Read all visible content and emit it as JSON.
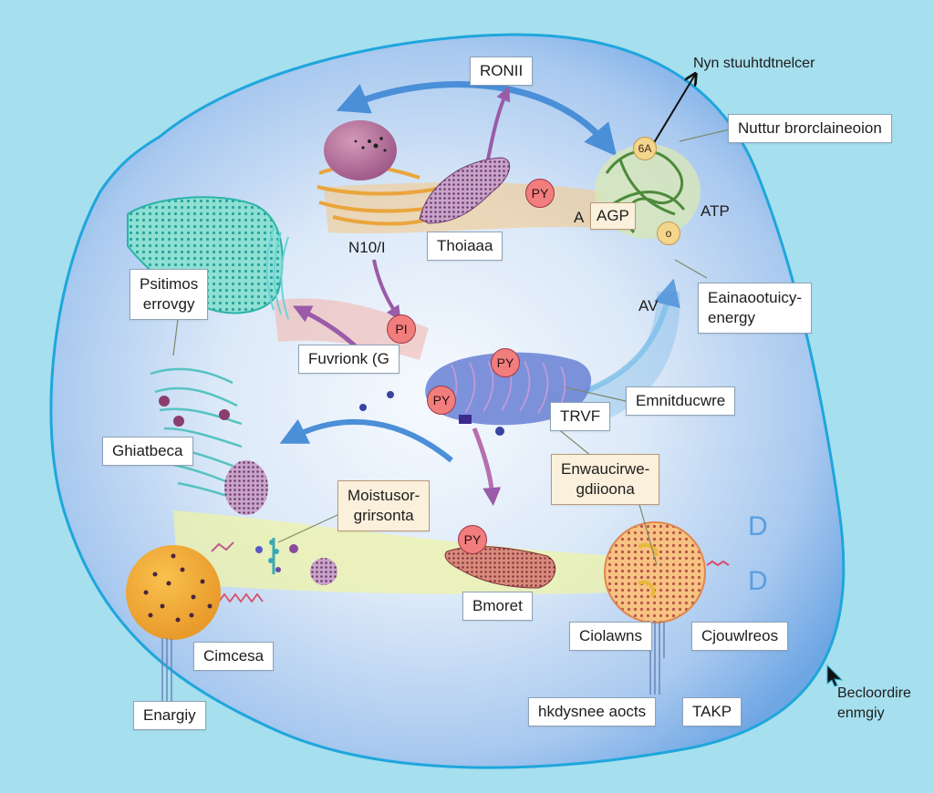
{
  "diagram": {
    "title": "",
    "colors": {
      "background": "#a6dfee",
      "cell_membrane": "#1fa6dc",
      "cytoplasm_edge": "#6aa8e6",
      "cytoplasm_center": "#f3f8fd",
      "pathway_arrow_blue": "#4a8fd8",
      "pathway_arrow_purple": "#9a5ba8",
      "phosphate_badge": "#f27d7d",
      "label_bg": "#ffffff",
      "label_bg_tan": "#fbf0dc"
    },
    "labels": {
      "top_center": "RONII",
      "top_right_arrow_label": "Nyn stuuhtdtnelcer",
      "top_right_box": "Nuttur brorclaineoion",
      "adp_box": "AGP",
      "adp_prefix": "A",
      "atp_text": "ATP",
      "right_box": [
        "Eainaootuicy-",
        "energy"
      ],
      "av_text": "AV",
      "left_top_box": [
        "Psitimos",
        "errovgy"
      ],
      "nucleus_label": "N10/I",
      "golgi_box": "Thoiaaa",
      "fumarate_box": "Fuvrionk (G",
      "endoplasmic_box": "Emnitducwre",
      "trvf_box": "TRVF",
      "left_mid_box": "Ghiatbeca",
      "center_tan_box": [
        "Moistusor-",
        "grirsonta"
      ],
      "right_tan_box": [
        "Enwaucirwe-",
        "gdiioona"
      ],
      "bottom_center_box": "Bmoret",
      "glucose_box": "Cimcesa",
      "energy_box": "Enargiy",
      "colwins_box": "Ciolawns",
      "gjouwlreos_box": "Cjouwlreos",
      "hydrolysis_box": "hkdysnee aocts",
      "tarp_box": "TAKP",
      "bottom_right_text": [
        "Becloordire",
        "enmgiy"
      ]
    },
    "badges": {
      "top_right_small": "6A",
      "mid_right_small": "o",
      "golgi_phosphate": "PY",
      "center_phosphate_1": "PI",
      "center_phosphate_2": "PY",
      "center_phosphate_3": "PY",
      "bottom_phosphate": "PY"
    },
    "side_glyphs": [
      "D",
      "D"
    ]
  }
}
